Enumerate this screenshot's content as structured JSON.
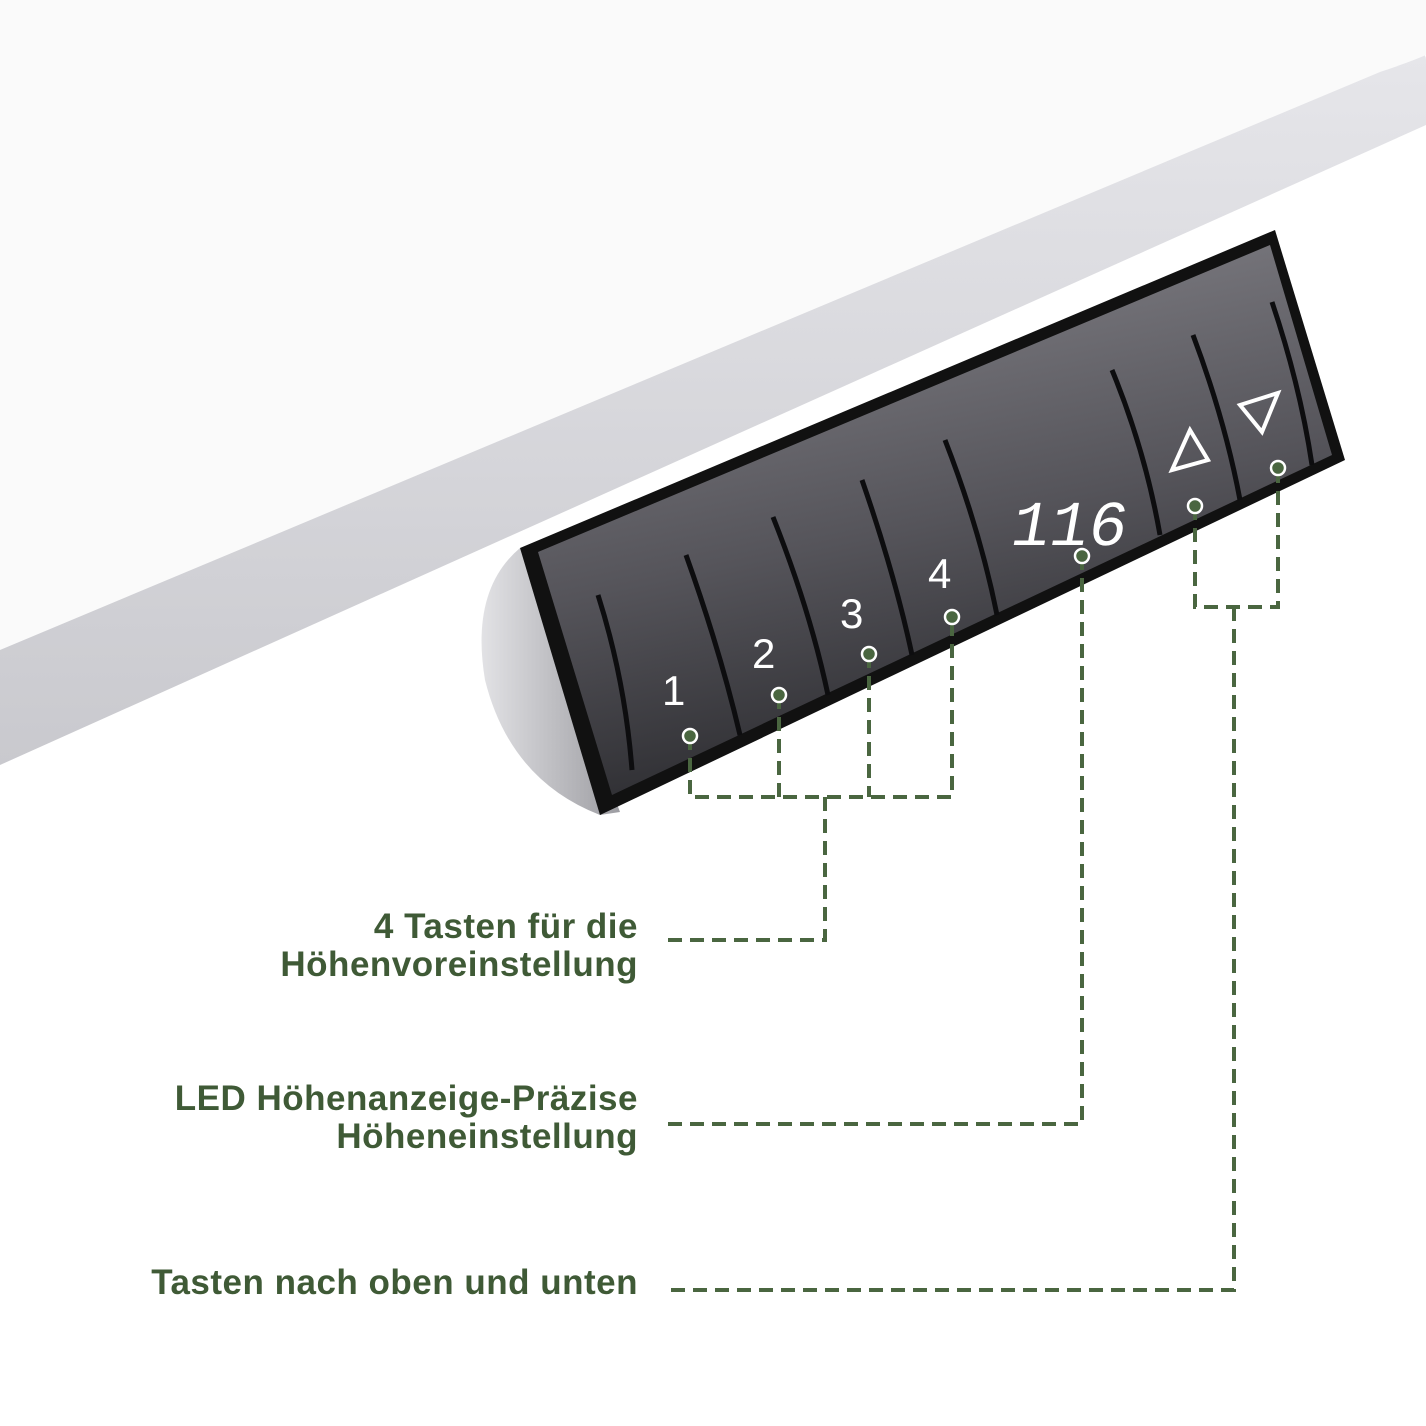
{
  "accent_color": "#4a6640",
  "panel": {
    "preset_keys": [
      "1",
      "2",
      "3",
      "4"
    ],
    "display_value": "116",
    "up_icon": "triangle-up-icon",
    "down_icon": "triangle-down-icon"
  },
  "callouts": {
    "presets": {
      "line1": "4 Tasten für die",
      "line2": "Höhenvoreinstellung"
    },
    "display": {
      "line1": "LED Höhenanzeige-Präzise",
      "line2": "Höheneinstellung"
    },
    "updown": {
      "line1": "Tasten nach oben und unten"
    }
  }
}
